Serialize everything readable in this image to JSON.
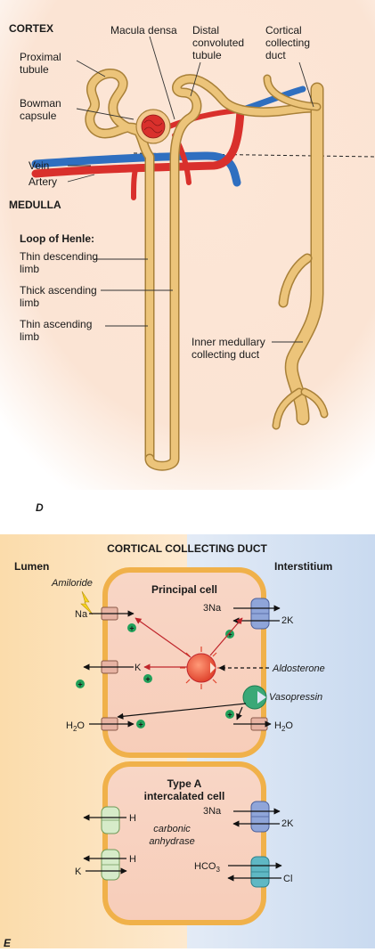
{
  "panel_d": {
    "region_cortex": "CORTEX",
    "region_medulla": "MEDULLA",
    "proximal_line1": "Proximal",
    "proximal_line2": "tubule",
    "bowman_line1": "Bowman",
    "bowman_line2": "capsule",
    "macula_densa": "Macula densa",
    "distal_line1": "Distal",
    "distal_line2": "convoluted",
    "distal_line3": "tubule",
    "cortical_cd_line1": "Cortical",
    "cortical_cd_line2": "collecting",
    "cortical_cd_line3": "duct",
    "vein": "Vein",
    "artery": "Artery",
    "loop_title": "Loop of Henle:",
    "thin_desc_line1": "Thin descending",
    "thin_desc_line2": "limb",
    "thick_asc_line1": "Thick ascending",
    "thick_asc_line2": "limb",
    "thin_asc_line1": "Thin ascending",
    "thin_asc_line2": "limb",
    "inner_cd_line1": "Inner medullary",
    "inner_cd_line2": "collecting duct",
    "panel_letter": "D"
  },
  "panel_e": {
    "title": "CORTICAL COLLECTING DUCT",
    "lumen": "Lumen",
    "interstitium": "Interstitium",
    "amiloride": "Amiloride",
    "principal_cell": "Principal cell",
    "na": "Na",
    "three_na_top": "3Na",
    "two_k_top": "2K",
    "k": "K",
    "aldosterone": "Aldosterone",
    "vasopressin": "Vasopressin",
    "h2o_left_base": "H",
    "h2o_left_sub": "2",
    "h2o_left_tail": "O",
    "h2o_right_base": "H",
    "h2o_right_sub": "2",
    "h2o_right_tail": "O",
    "type_a_line1": "Type A",
    "type_a_line2": "intercalated cell",
    "carbonic_line1": "carbonic",
    "carbonic_line2": "anhydrase",
    "h_top": "H",
    "three_na_bottom": "3Na",
    "two_k_bottom": "2K",
    "k_bottom": "K",
    "h_bottom": "H",
    "hco3_base": "HCO",
    "hco3_sub": "3",
    "cl": "Cl",
    "plus": "+",
    "panel_letter": "E"
  },
  "colors": {
    "tubule": "#ecc47a",
    "artery": "#d9302c",
    "vein": "#2f6fc0",
    "lumen_bg": "#fbe6c8",
    "interstitium_bg": "#dbe6f5",
    "cell_fill": "#f9d9c6",
    "cell_border": "#f0b14a",
    "plus_green": "#21a05a"
  }
}
